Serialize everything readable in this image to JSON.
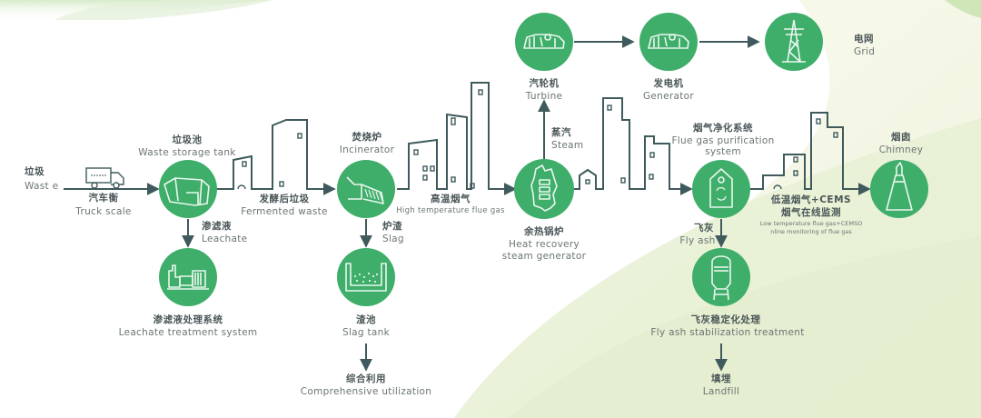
{
  "title": "Waste-to-energy incineration process flow",
  "colors": {
    "node_fill": "#3fae6a",
    "icon_stroke": "#e8f5ec",
    "line": "#3f5a5c",
    "text_zh": "#4a5658",
    "text_en": "#6b7475",
    "bg_green_light": "#eaf3d8",
    "bg_green_pale": "#f6f8e6"
  },
  "nodes": {
    "waste": {
      "zh": "垃圾",
      "en": "Wast e"
    },
    "truck_scale": {
      "zh": "汽车衡",
      "en": "Truck scale",
      "icon": "truck-icon"
    },
    "storage_tank": {
      "zh": "垃圾池",
      "en": "Waste storage tank",
      "icon": "storage-pit-icon"
    },
    "leachate": {
      "zh": "渗滤液",
      "en": "Leachate"
    },
    "leachate_treatment": {
      "zh": "渗滤液处理系统",
      "en": "Leachate treatment system",
      "icon": "treatment-plant-icon"
    },
    "fermented": {
      "zh": "发酵后垃圾",
      "en": "Fermented waste"
    },
    "incinerator": {
      "zh": "焚烧炉",
      "en": "Incinerator",
      "icon": "incinerator-grate-icon"
    },
    "slag": {
      "zh": "炉渣",
      "en": "Slag"
    },
    "slag_tank": {
      "zh": "渣池",
      "en": "Slag tank",
      "icon": "slag-tank-icon"
    },
    "utilization": {
      "zh": "综合利用",
      "en": "Comprehensive utilization"
    },
    "hot_flue_gas": {
      "zh": "高温烟气",
      "en": "High temperature flue gas"
    },
    "boiler": {
      "zh": "余热锅炉",
      "en_line1": "Heat recovery",
      "en_line2": "steam generator",
      "icon": "boiler-icon"
    },
    "steam": {
      "zh": "蒸汽",
      "en": "Steam"
    },
    "turbine": {
      "zh": "汽轮机",
      "en": "Turbine",
      "icon": "turbine-icon"
    },
    "generator": {
      "zh": "发电机",
      "en": "Generator",
      "icon": "generator-icon"
    },
    "grid": {
      "zh": "电网",
      "en": "Grid",
      "icon": "power-tower-icon"
    },
    "purification": {
      "zh": "烟气净化系统",
      "en_line1": "Flue gas purification",
      "en_line2": "system",
      "icon": "recycle-tag-icon"
    },
    "fly_ash": {
      "zh": "飞灰",
      "en": "Fly ash"
    },
    "fly_ash_treatment": {
      "zh": "飞灰稳定化处理",
      "en": "Fly ash stabilization treatment",
      "icon": "silo-icon"
    },
    "landfill": {
      "zh": "填埋",
      "en": "Landfill"
    },
    "low_temp_gas": {
      "zh_line1": "低温烟气+CEMS",
      "zh_line2": "烟气在线监测",
      "en_line1": "Low temperature flue gas+CEMSO",
      "en_line2": "nline monitoring of flue gas"
    },
    "chimney": {
      "zh": "烟囱",
      "en": "Chimney",
      "icon": "chimney-icon"
    }
  }
}
